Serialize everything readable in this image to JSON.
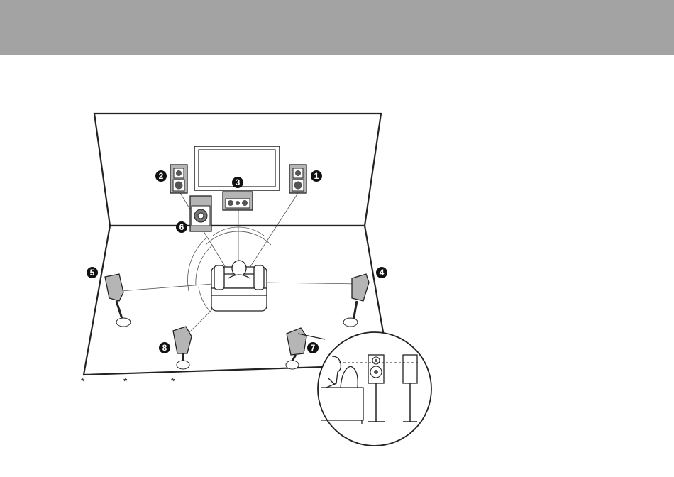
{
  "header": {
    "background_color": "#a3a3a3"
  },
  "speakers": [
    {
      "id": 1,
      "label": "1",
      "icon": "front-right-speaker-icon"
    },
    {
      "id": 2,
      "label": "2",
      "icon": "front-left-speaker-icon"
    },
    {
      "id": 3,
      "label": "3",
      "icon": "center-speaker-icon"
    },
    {
      "id": 4,
      "label": "4",
      "icon": "surround-right-speaker-icon"
    },
    {
      "id": 5,
      "label": "5",
      "icon": "surround-left-speaker-icon"
    },
    {
      "id": 6,
      "label": "6",
      "icon": "subwoofer-icon"
    },
    {
      "id": 7,
      "label": "7",
      "icon": "surround-back-right-speaker-icon"
    },
    {
      "id": 8,
      "label": "8",
      "icon": "surround-back-left-speaker-icon"
    }
  ],
  "footnote_marks": [
    "*",
    "*",
    "*"
  ],
  "colors": {
    "line": "#222222",
    "speaker_body": "#b5b5b5",
    "speaker_dark": "#555555",
    "badge": "#111111"
  }
}
